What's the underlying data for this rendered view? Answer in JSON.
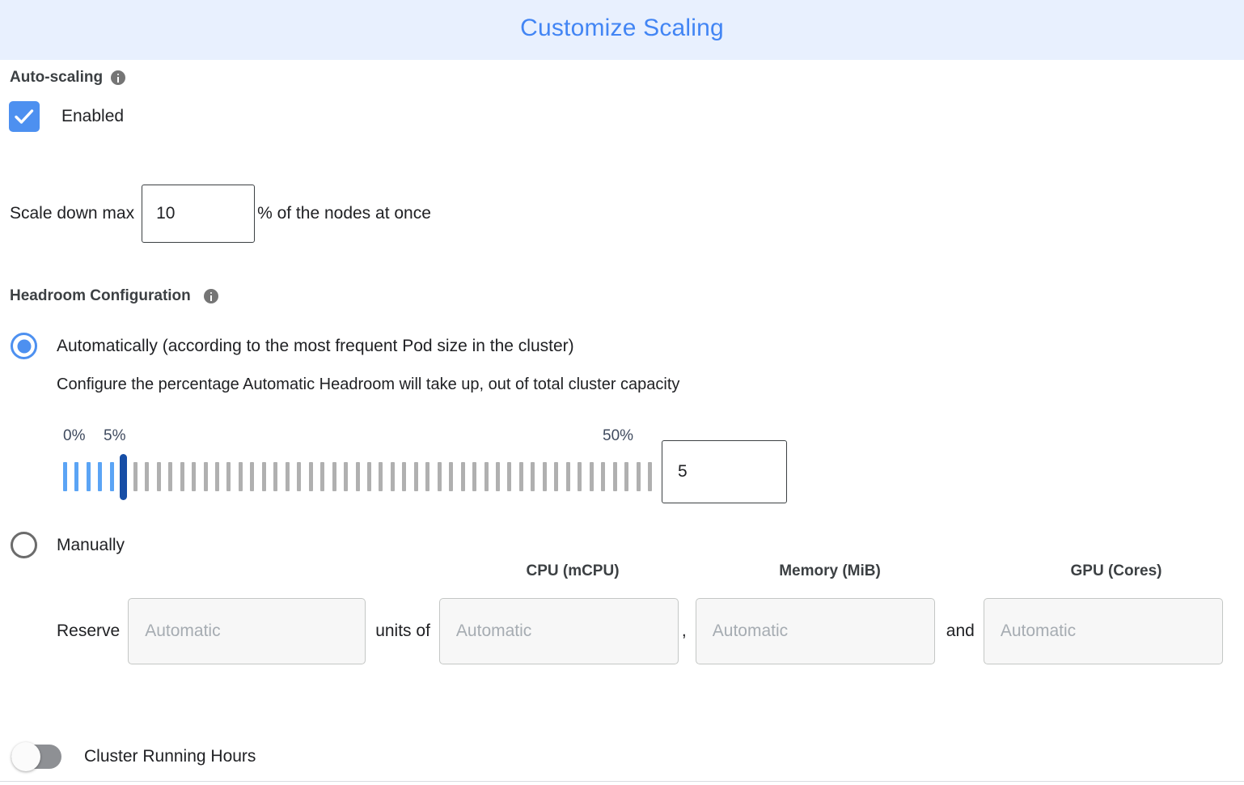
{
  "header": {
    "title": "Customize Scaling",
    "title_color": "#4285f4",
    "band_color": "#e8f0fe"
  },
  "autoscaling": {
    "section_label": "Auto-scaling",
    "info_icon": "info-icon",
    "checkbox_label": "Enabled",
    "checkbox_checked": true,
    "checkbox_color": "#4d90f0",
    "scale_down_prefix": "Scale down max",
    "scale_down_value": "10",
    "scale_down_suffix": "% of the nodes at once"
  },
  "headroom": {
    "section_label": "Headroom Configuration",
    "info_icon": "info-icon",
    "option_auto": {
      "label": "Automatically (according to the most frequent Pod size in the cluster)",
      "selected": true,
      "help": "Configure the percentage Automatic Headroom will take up, out of total cluster capacity"
    },
    "slider": {
      "min_label": "0%",
      "current_label": "5%",
      "max_label": "50%",
      "min": 0,
      "max": 50,
      "value": 5,
      "value_text": "5",
      "active_tick_color": "#5ba4f5",
      "inactive_tick_color": "#b0b0b0",
      "thumb_color": "#174ea6"
    },
    "option_manual": {
      "label": "Manually",
      "selected": false
    },
    "reserve": {
      "prefix": "Reserve",
      "units_word": "units of",
      "comma": ",",
      "and_word": "and",
      "units_placeholder": "Automatic",
      "units_value": "",
      "columns": [
        {
          "label": "CPU (mCPU)",
          "placeholder": "Automatic",
          "value": ""
        },
        {
          "label": "Memory (MiB)",
          "placeholder": "Automatic",
          "value": ""
        },
        {
          "label": "GPU (Cores)",
          "placeholder": "Automatic",
          "value": ""
        }
      ]
    }
  },
  "cluster_running_hours": {
    "label": "Cluster Running Hours",
    "enabled": false
  }
}
